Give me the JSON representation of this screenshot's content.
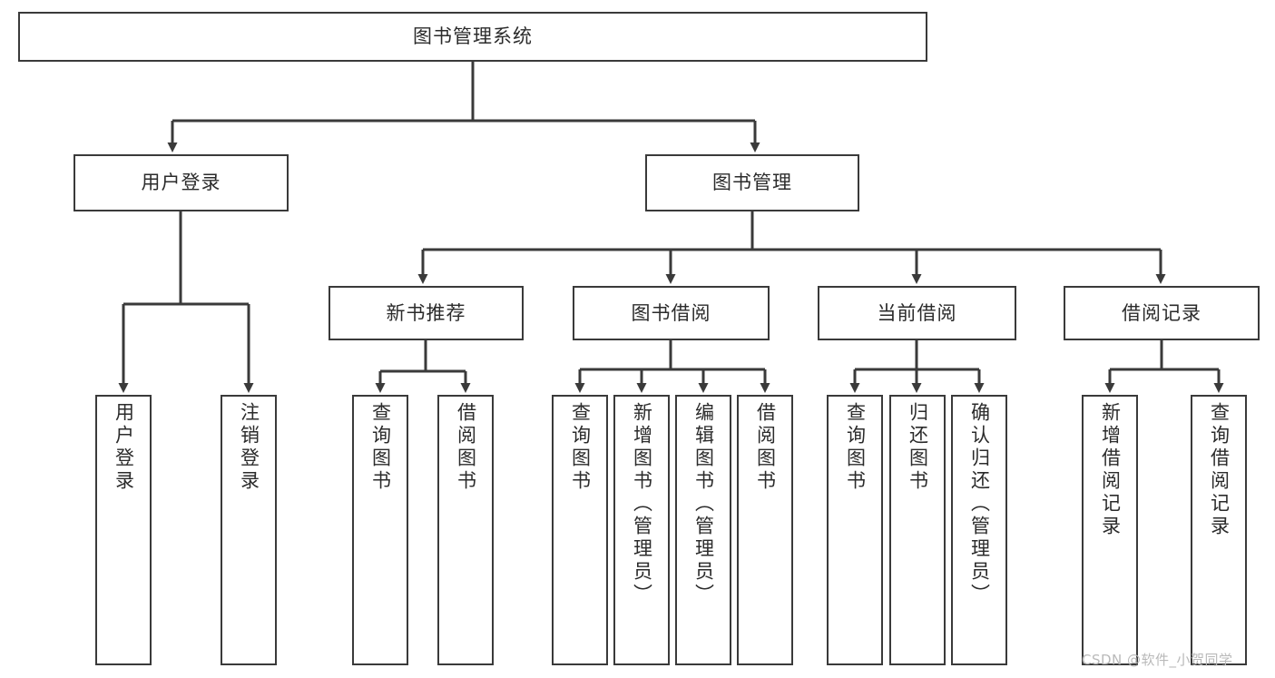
{
  "diagram": {
    "title": "图书管理系统",
    "type": "hierarchy-tree",
    "line_color": "#3a3a3a",
    "box_fill": "#ffffff",
    "text_color": "#2b2b2b",
    "background": "#ffffff",
    "levels": 3
  },
  "root": {
    "label": "图书管理系统"
  },
  "level1": [
    {
      "label": "用户登录"
    },
    {
      "label": "图书管理"
    }
  ],
  "level2": [
    {
      "label": "新书推荐"
    },
    {
      "label": "图书借阅"
    },
    {
      "label": "当前借阅"
    },
    {
      "label": "借阅记录"
    }
  ],
  "leaves": {
    "user_login": [
      {
        "label": "用户登录"
      },
      {
        "label": "注销登录"
      }
    ],
    "new_book_recommend": [
      {
        "label": "查询图书"
      },
      {
        "label": "借阅图书"
      }
    ],
    "book_borrow": [
      {
        "label": "查询图书"
      },
      {
        "label": "新增图书（管理员）"
      },
      {
        "label": "编辑图书（管理员）"
      },
      {
        "label": "借阅图书"
      }
    ],
    "current_borrow": [
      {
        "label": "查询图书"
      },
      {
        "label": "归还图书"
      },
      {
        "label": "确认归还（管理员）"
      }
    ],
    "borrow_record": [
      {
        "label": "新增借阅记录"
      },
      {
        "label": "查询借阅记录"
      }
    ]
  },
  "watermark": {
    "text": "CSDN @软件_小贺同学"
  }
}
